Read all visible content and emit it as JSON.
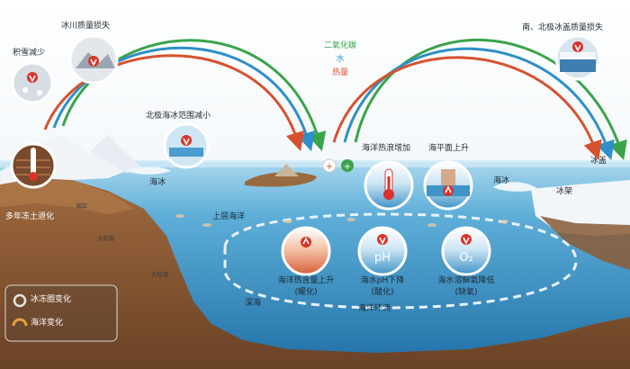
{
  "labels": {
    "snow_cover": "积雪减少",
    "glacier_mass": "冰川质量损失",
    "arctic_sea_ice": "北极海冰范围减小",
    "polar_ice_sheets": "南、北极冰盖质量损失",
    "ghg_line1": "二氧化碳",
    "ghg_line2": "水",
    "ghg_line3": "热量",
    "heatwave": "海洋热浪增加",
    "sea_level": "海平面上升",
    "sea_ice_left": "海冰",
    "sea_ice_right": "海冰",
    "ice_sheet": "冰盖",
    "ice_shelf": "冰架",
    "permafrost": "多年冻土退化",
    "coast": "海岸",
    "continental_shelf": "大陆架",
    "continental_slope": "大陆坡",
    "upper_ocean": "上层海洋",
    "deep_ocean": "深海",
    "ocean_circulation": "海洋环流",
    "heat_content": "海洋热含量上升",
    "heat_content_note": "(暖化)",
    "ph_drop": "海水pH下降",
    "ph_drop_note": "(酸化)",
    "oxygen_drop": "海水溶解氧降低",
    "oxygen_drop_note": "(缺氧)",
    "ph_symbol": "pH",
    "o2_symbol": "O₂",
    "legend_cryosphere": "冰冻圈变化",
    "legend_ocean": "海洋变化"
  },
  "colors": {
    "arc_green": "#3aa44a",
    "arc_blue": "#2f8fc8",
    "arc_red": "#d8512f",
    "ocean_surface": "#8cc6e4",
    "ocean_deep": "#2f86bb",
    "land": "#8a5a35",
    "sky": "#ffffff",
    "alert_red": "#d9342b"
  }
}
